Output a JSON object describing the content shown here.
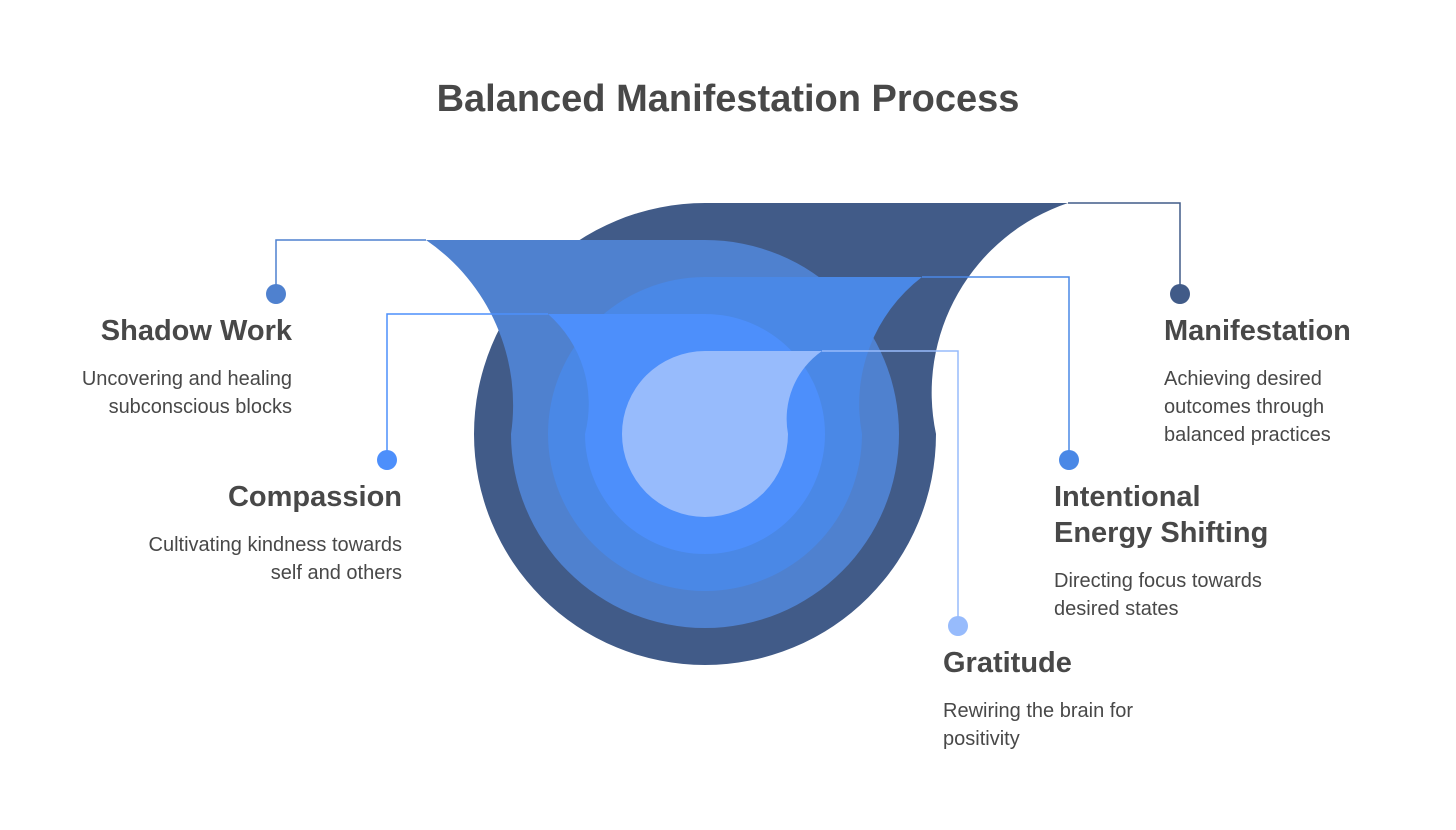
{
  "title": "Balanced Manifestation Process",
  "colors": {
    "manifestation": "#415b88",
    "shadow_work": "#4f81cf",
    "intentional": "#4a88e6",
    "compassion": "#4d8ffb",
    "gratitude": "#97bbfc",
    "text": "#484848"
  },
  "items": {
    "shadow_work": {
      "title": "Shadow Work",
      "description": "Uncovering and healing subconscious blocks"
    },
    "compassion": {
      "title": "Compassion",
      "description": "Cultivating kindness towards self and others"
    },
    "manifestation": {
      "title": "Manifestation",
      "description": "Achieving desired outcomes through balanced practices"
    },
    "intentional": {
      "title": "Intentional Energy Shifting",
      "description": "Directing focus towards desired states"
    },
    "gratitude": {
      "title": "Gratitude",
      "description": "Rewiring the brain for positivity"
    }
  }
}
